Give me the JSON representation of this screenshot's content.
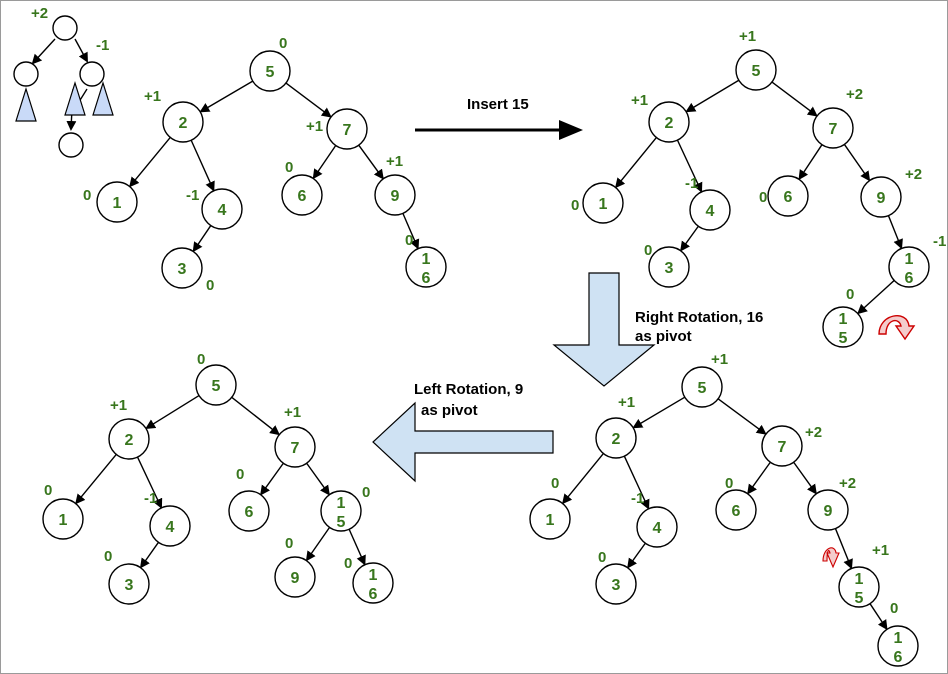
{
  "colors": {
    "node_text": "#38761d",
    "big_arrow_fill": "#cfe2f3",
    "small_triangle_fill": "#c9daf8",
    "rotation_icon": "#cc0000"
  },
  "icons": {
    "rotation": "curved-rotation-arrow-icon",
    "subtree": "triangle-subtree-icon",
    "arrow": "arrow-icon"
  },
  "captions": {
    "insert": "Insert 15",
    "right_rotation_1": "Right Rotation, 16",
    "right_rotation_2": "as pivot",
    "left_rotation_1": "Left Rotation, 9",
    "left_rotation_2": "as pivot"
  },
  "legend_tree": {
    "root_bf": "+2",
    "right_bf": "-1"
  },
  "trees": [
    {
      "name": "tree-initial",
      "nodes": [
        {
          "id": "n5",
          "value": [
            "5"
          ],
          "bf": "0"
        },
        {
          "id": "n2",
          "value": [
            "2"
          ],
          "bf": "+1"
        },
        {
          "id": "n7",
          "value": [
            "7"
          ],
          "bf": "+1"
        },
        {
          "id": "n1",
          "value": [
            "1"
          ],
          "bf": "0"
        },
        {
          "id": "n4",
          "value": [
            "4"
          ],
          "bf": "-1"
        },
        {
          "id": "n3",
          "value": [
            "3"
          ],
          "bf": "0"
        },
        {
          "id": "n6",
          "value": [
            "6"
          ],
          "bf": "0"
        },
        {
          "id": "n9",
          "value": [
            "9"
          ],
          "bf": "+1"
        },
        {
          "id": "n16",
          "value": [
            "1",
            "6"
          ],
          "bf": "0"
        }
      ]
    },
    {
      "name": "tree-after-insert",
      "nodes": [
        {
          "id": "n5",
          "value": [
            "5"
          ],
          "bf": "+1"
        },
        {
          "id": "n2",
          "value": [
            "2"
          ],
          "bf": "+1"
        },
        {
          "id": "n7",
          "value": [
            "7"
          ],
          "bf": "+2"
        },
        {
          "id": "n1",
          "value": [
            "1"
          ],
          "bf": "0"
        },
        {
          "id": "n4",
          "value": [
            "4"
          ],
          "bf": "-1"
        },
        {
          "id": "n3",
          "value": [
            "3"
          ],
          "bf": "0"
        },
        {
          "id": "n6",
          "value": [
            "6"
          ],
          "bf": "0"
        },
        {
          "id": "n9",
          "value": [
            "9"
          ],
          "bf": "+2"
        },
        {
          "id": "n16",
          "value": [
            "1",
            "6"
          ],
          "bf": "-1"
        },
        {
          "id": "n15",
          "value": [
            "1",
            "5"
          ],
          "bf": "0"
        }
      ]
    },
    {
      "name": "tree-after-right-rotation",
      "nodes": [
        {
          "id": "n5",
          "value": [
            "5"
          ],
          "bf": "+1"
        },
        {
          "id": "n2",
          "value": [
            "2"
          ],
          "bf": "+1"
        },
        {
          "id": "n7",
          "value": [
            "7"
          ],
          "bf": "+2"
        },
        {
          "id": "n1",
          "value": [
            "1"
          ],
          "bf": "0"
        },
        {
          "id": "n4",
          "value": [
            "4"
          ],
          "bf": "-1"
        },
        {
          "id": "n3",
          "value": [
            "3"
          ],
          "bf": "0"
        },
        {
          "id": "n6",
          "value": [
            "6"
          ],
          "bf": "0"
        },
        {
          "id": "n9",
          "value": [
            "9"
          ],
          "bf": "+2"
        },
        {
          "id": "n15",
          "value": [
            "1",
            "5"
          ],
          "bf": "+1"
        },
        {
          "id": "n16",
          "value": [
            "1",
            "6"
          ],
          "bf": "0"
        }
      ]
    },
    {
      "name": "tree-after-left-rotation",
      "nodes": [
        {
          "id": "n5",
          "value": [
            "5"
          ],
          "bf": "0"
        },
        {
          "id": "n2",
          "value": [
            "2"
          ],
          "bf": "+1"
        },
        {
          "id": "n7",
          "value": [
            "7"
          ],
          "bf": "+1"
        },
        {
          "id": "n1",
          "value": [
            "1"
          ],
          "bf": "0"
        },
        {
          "id": "n4",
          "value": [
            "4"
          ],
          "bf": "-1"
        },
        {
          "id": "n3",
          "value": [
            "3"
          ],
          "bf": "0"
        },
        {
          "id": "n6",
          "value": [
            "6"
          ],
          "bf": "0"
        },
        {
          "id": "n15",
          "value": [
            "1",
            "5"
          ],
          "bf": "0"
        },
        {
          "id": "n9",
          "value": [
            "9"
          ],
          "bf": "0"
        },
        {
          "id": "n16",
          "value": [
            "1",
            "6"
          ],
          "bf": "0"
        }
      ]
    }
  ]
}
